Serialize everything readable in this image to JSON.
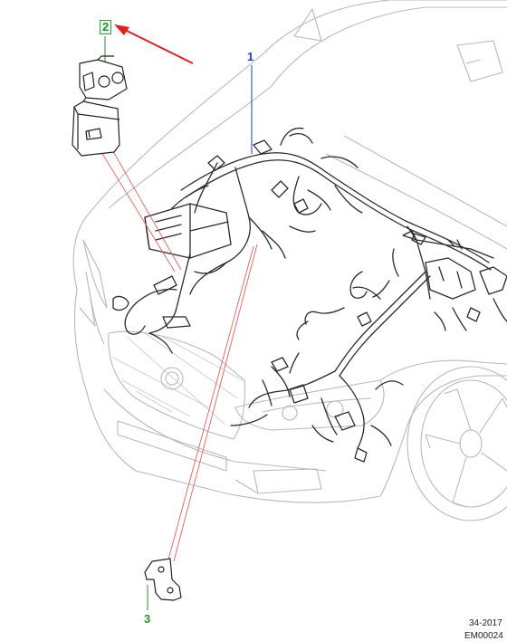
{
  "callouts": [
    {
      "label": "1",
      "color": "#1f3fbf"
    },
    {
      "label": "2",
      "color": "#2f8f2f"
    },
    {
      "label": "3",
      "color": "#2f8f2f"
    }
  ],
  "reference": {
    "line1": "34-2017",
    "line2": "EM00024"
  },
  "colors": {
    "car_outline": "#b9b9b9",
    "harness": "#2b2b2b",
    "leader_lines": "#e06060",
    "arrow": "#e02020"
  }
}
